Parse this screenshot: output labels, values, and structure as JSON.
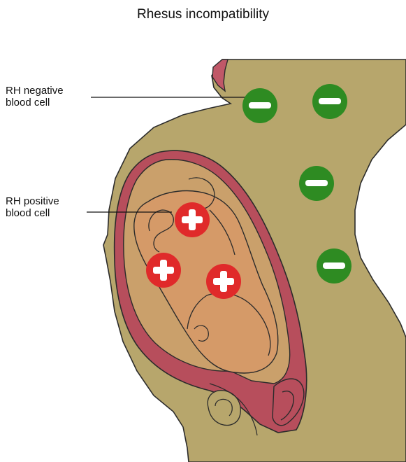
{
  "title": "Rhesus incompatibility",
  "labels": {
    "negative": {
      "line1": "RH negative",
      "line2": "blood cell"
    },
    "positive": {
      "line1": "RH positive",
      "line2": "blood cell"
    }
  },
  "colors": {
    "body": "#b7a66c",
    "outline": "#2b2b2b",
    "uterus": "#b74e5c",
    "amniotic": "#caa06b",
    "fetus": "#d59a68",
    "negative_cell": "#2e8b22",
    "positive_cell": "#e02a2a",
    "nipple": "#c05868"
  },
  "cells": {
    "negative_count": 4,
    "positive_count": 3,
    "negative_symbol": "minus",
    "positive_symbol": "plus"
  }
}
